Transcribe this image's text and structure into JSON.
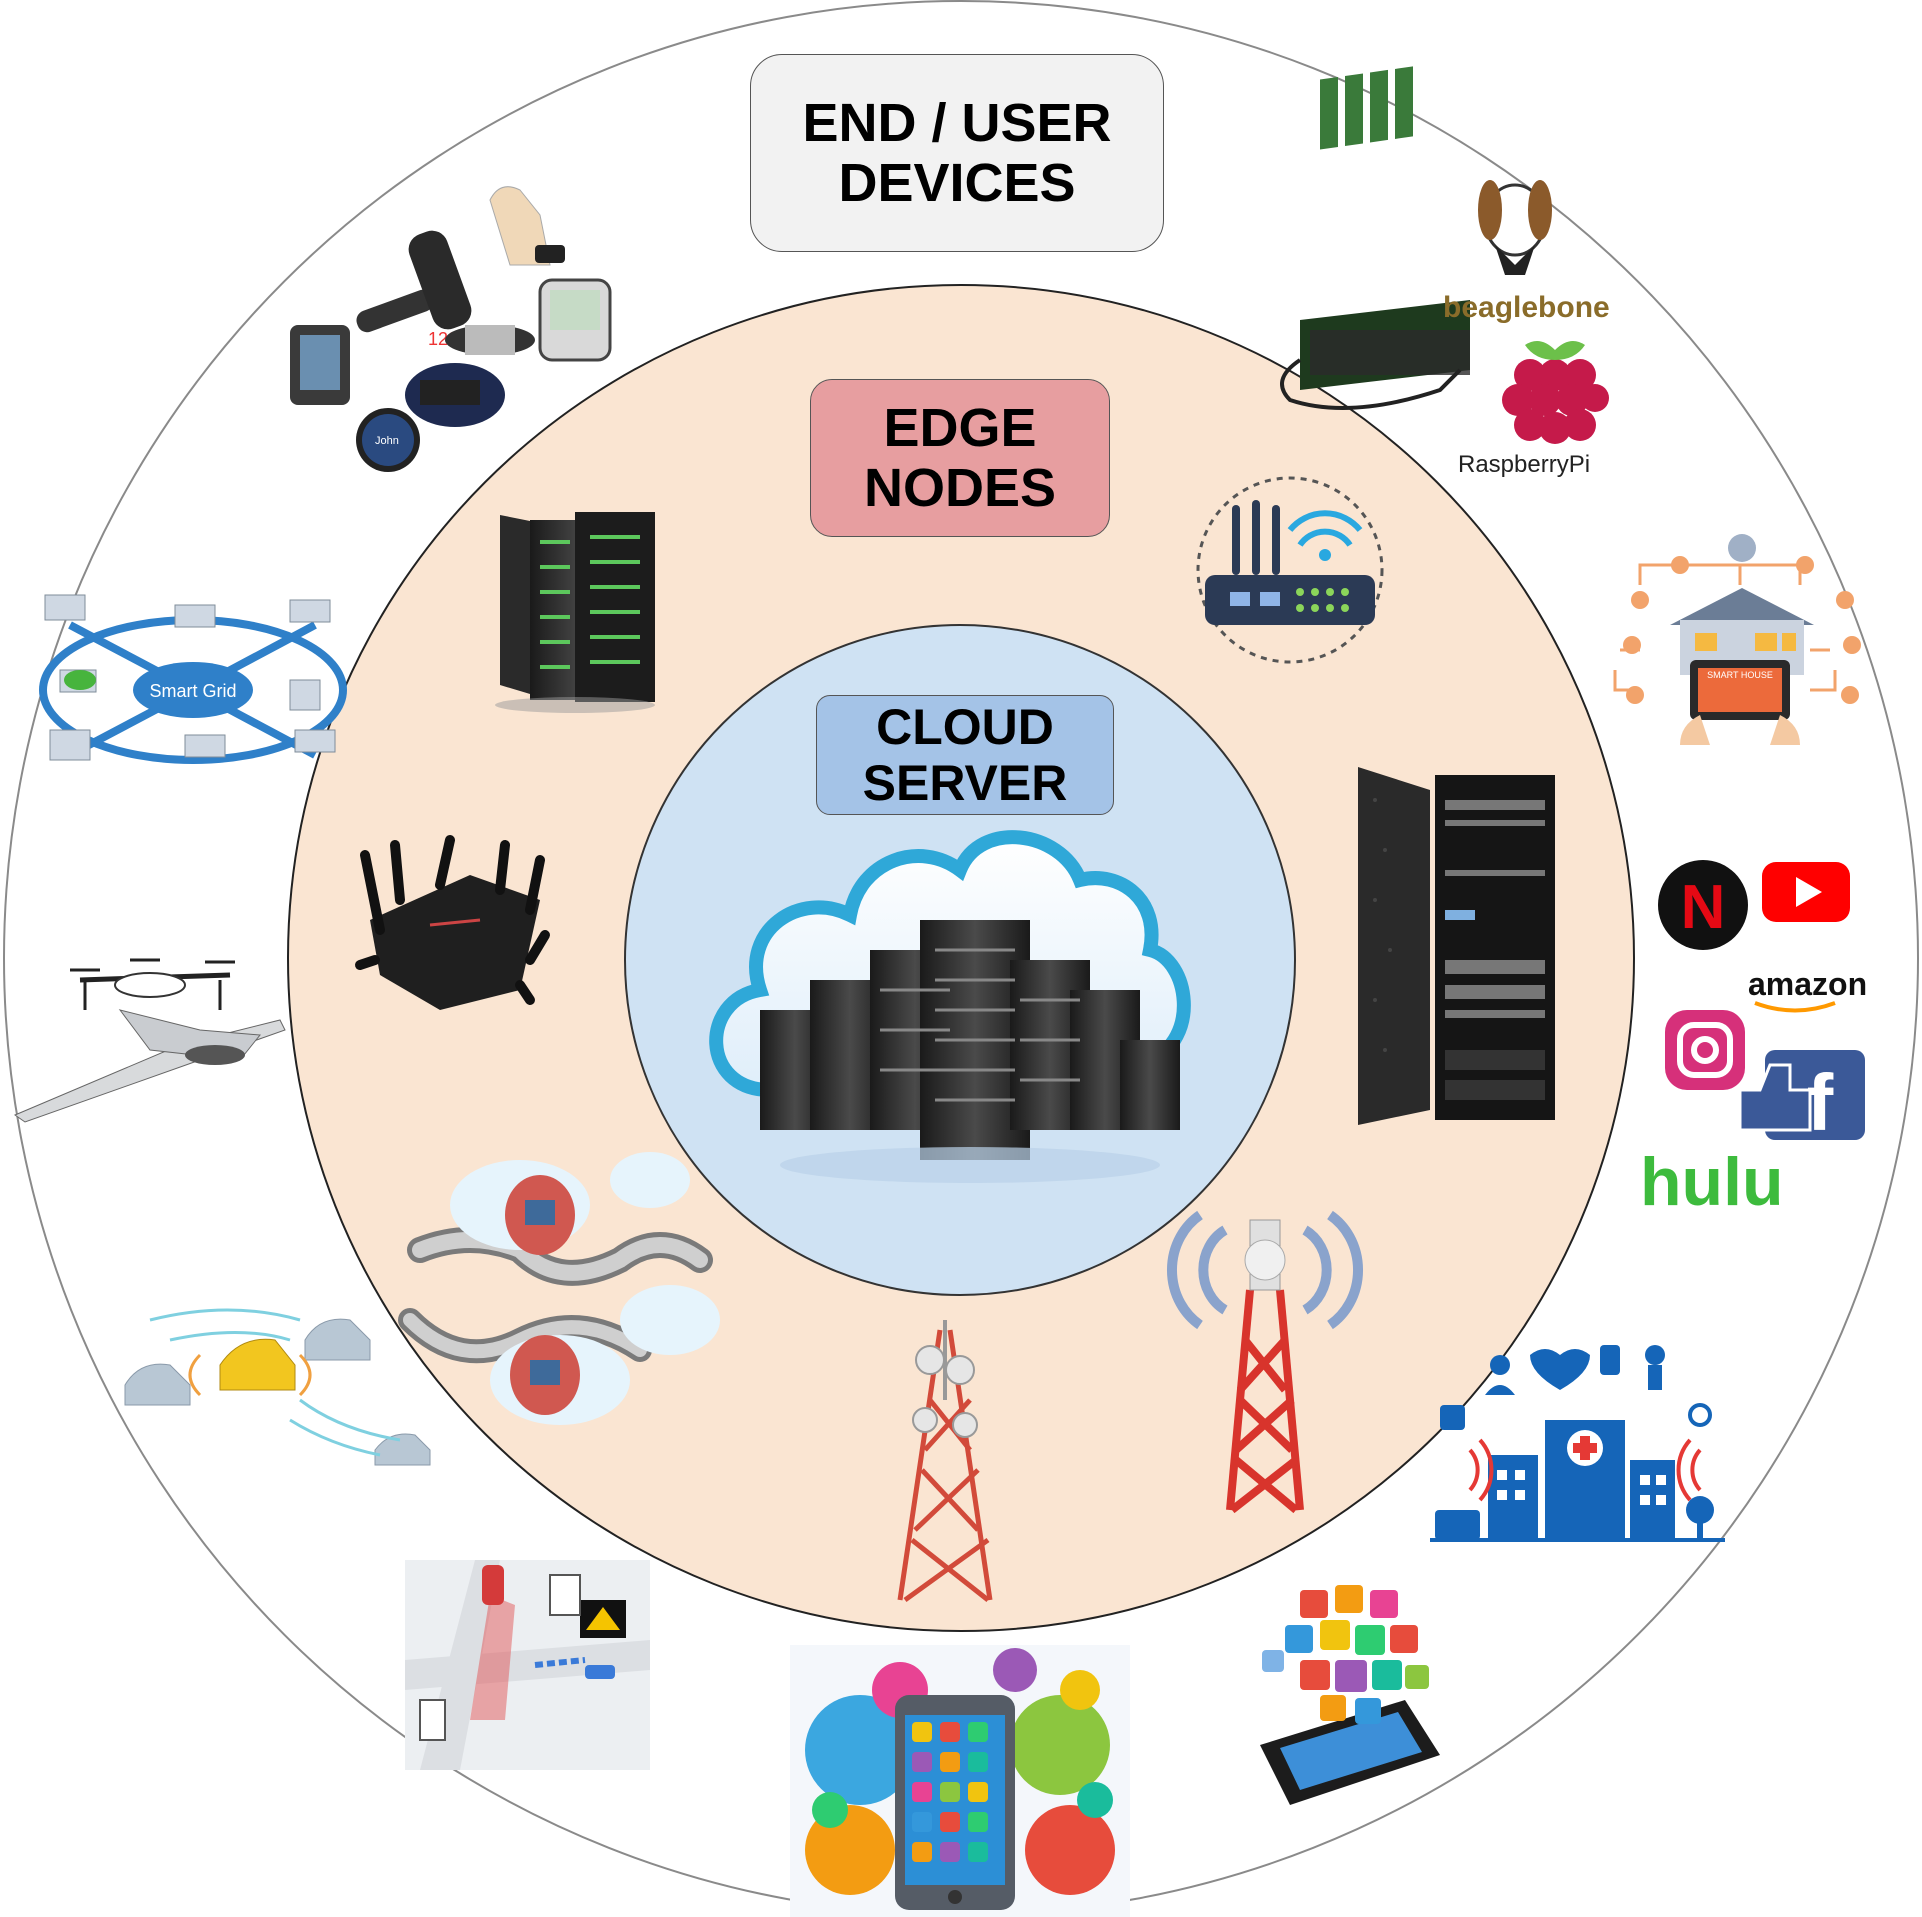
{
  "tiers": {
    "end": {
      "line1": "END / USER",
      "line2": "DEVICES"
    },
    "edge": {
      "line1": "EDGE",
      "line2": "NODES"
    },
    "cloud": {
      "line1": "CLOUD",
      "line2": "SERVER"
    }
  },
  "device_labels": {
    "smart_grid": "Smart Grid",
    "beaglebone": "beaglebone",
    "raspberry_pi": "RaspberryPi",
    "smart_house": "SMART HOUSE",
    "amazon": "amazon",
    "hulu": "hulu",
    "netflix": "N",
    "facebook": "f",
    "watch_display": "John",
    "tracker_display": "120"
  },
  "colors": {
    "outer_ring": "#ffffff",
    "edge_ring": "#fae5d2",
    "cloud_core": "#cfe2f3",
    "end_label_fill": "#f2f2f2",
    "edge_label_fill": "#e79ea0",
    "cloud_label_fill": "#a4c3e7",
    "grid_blue": "#2f80c9",
    "hospital_blue": "#1565b8",
    "tower_red": "#d8342c",
    "hulu_green": "#3dbb3d",
    "youtube_red": "#ff0000",
    "netflix_red": "#e50914"
  },
  "icons": [
    "wearables-cluster-icon",
    "beaglebone-board-icon",
    "beagle-dog-logo-icon",
    "raspberry-pi-logo-icon",
    "smart-grid-icon",
    "smart-house-icon",
    "streaming-services-icons",
    "drone-icon",
    "uav-plane-icon",
    "connected-cars-icon",
    "traffic-intersection-icon",
    "smartphone-apps-icon",
    "tablet-apps-icon",
    "smart-hospital-icon",
    "server-rack-double-icon",
    "wifi-router-icon",
    "gaming-router-icon",
    "server-cabinet-icon",
    "cloud-pipeline-icon",
    "cell-tower-icon",
    "radio-tower-icon",
    "cloud-datacenter-icon"
  ]
}
